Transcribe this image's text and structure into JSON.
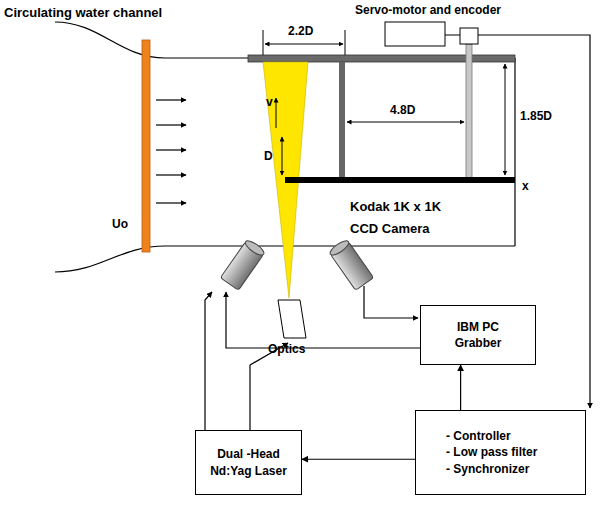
{
  "diagram": {
    "nodes": [
      {
        "text": [
          "IBM PC Grabber"
        ]
      },
      {
        "text": [
          "Dual -Head Nd:Yag Laser"
        ]
      },
      {
        "text": [
          "- Controller",
          "- Low pass filter",
          "- Synchronizer"
        ]
      }
    ],
    "edges": [
      {
        "from": 2,
        "to": 1,
        "arrow": "to"
      },
      {
        "from": 2,
        "to": 0,
        "arrow": "to"
      }
    ],
    "labels": [
      "Circulating water channel",
      "Servo-motor and encoder",
      "2.2D",
      "4.8D",
      "1.85D",
      "D",
      "v",
      "x",
      "Uo",
      "Kodak 1K x 1K CCD Camera",
      "Optics"
    ]
  }
}
